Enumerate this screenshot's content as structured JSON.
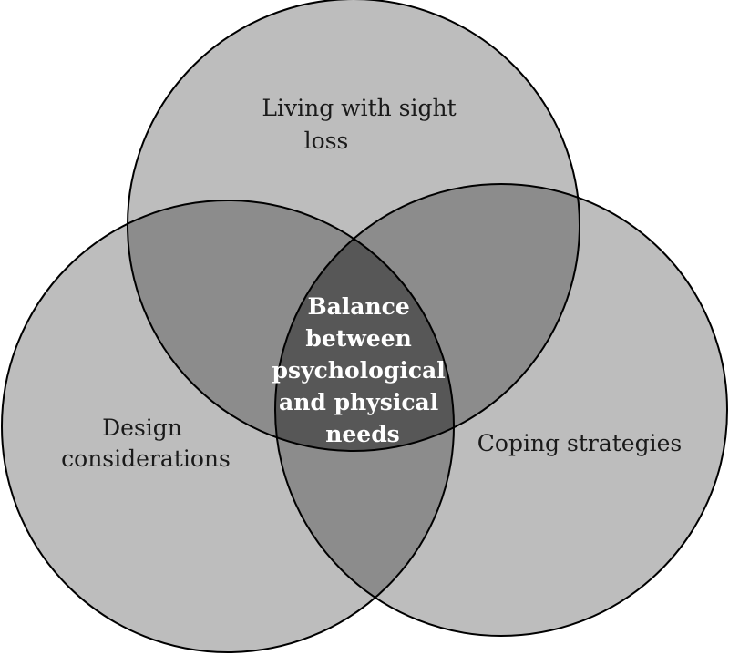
{
  "diagram": {
    "sets": [
      {
        "id": "top",
        "label_lines": [
          "Living with sight",
          "loss"
        ]
      },
      {
        "id": "left",
        "label_lines": [
          "Design",
          "considerations"
        ]
      },
      {
        "id": "right",
        "label_lines": [
          "Coping strategies"
        ]
      }
    ],
    "center": {
      "label_lines": [
        "Balance",
        "between",
        "psychological",
        "and physical",
        "needs"
      ]
    },
    "colors": {
      "single": "#bdbdbd",
      "pair": "#8c8c8c",
      "triple": "#575757",
      "outline": "#000000"
    }
  }
}
